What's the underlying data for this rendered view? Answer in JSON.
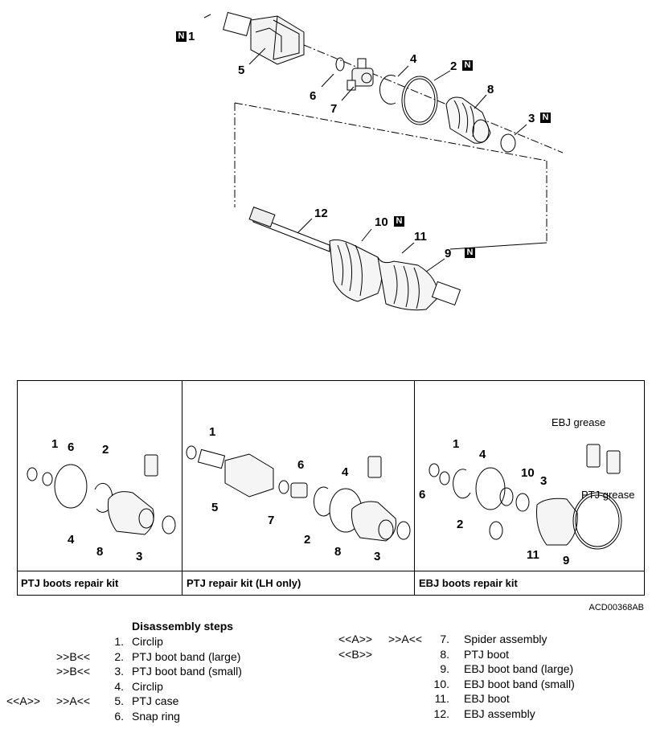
{
  "top_diagram": {
    "labels": [
      "1",
      "5",
      "6",
      "7",
      "4",
      "2",
      "8",
      "3",
      "12",
      "10",
      "11",
      "9"
    ],
    "new_part_mark": "N"
  },
  "kits": [
    {
      "label": "PTJ boots repair kit",
      "parts": [
        "1",
        "6",
        "2",
        "4",
        "8",
        "3"
      ]
    },
    {
      "label": "PTJ repair kit (LH only)",
      "parts": [
        "1",
        "6",
        "4",
        "5",
        "7",
        "2",
        "8",
        "3"
      ]
    },
    {
      "label": "EBJ boots repair kit",
      "parts": [
        "1",
        "4",
        "10",
        "3",
        "6",
        "2",
        "11",
        "9"
      ],
      "grease_labels": [
        "EBJ grease",
        "PTJ grease"
      ]
    }
  ],
  "figure_code": "ACD00368AB",
  "steps_title": "Disassembly steps",
  "steps_left": [
    {
      "m1": "",
      "m2": "",
      "n": "1.",
      "t": "Circlip"
    },
    {
      "m1": "",
      "m2": ">>B<<",
      "n": "2.",
      "t": "PTJ boot band (large)"
    },
    {
      "m1": "",
      "m2": ">>B<<",
      "n": "3.",
      "t": "PTJ boot band (small)"
    },
    {
      "m1": "",
      "m2": "",
      "n": "4.",
      "t": "Circlip"
    },
    {
      "m1": "<<A>>",
      "m2": ">>A<<",
      "n": "5.",
      "t": "PTJ case"
    },
    {
      "m1": "",
      "m2": "",
      "n": "6.",
      "t": "Snap ring"
    }
  ],
  "steps_right": [
    {
      "m1": "<<A>>",
      "m2": ">>A<<",
      "n": "7.",
      "t": "Spider assembly"
    },
    {
      "m1": "<<B>>",
      "m2": "",
      "n": "8.",
      "t": "PTJ boot"
    },
    {
      "m1": "",
      "m2": "",
      "n": "9.",
      "t": "EBJ boot band (large)"
    },
    {
      "m1": "",
      "m2": "",
      "n": "10.",
      "t": "EBJ boot band (small)"
    },
    {
      "m1": "",
      "m2": "",
      "n": "11.",
      "t": "EBJ boot"
    },
    {
      "m1": "",
      "m2": "",
      "n": "12.",
      "t": "EBJ assembly"
    }
  ]
}
